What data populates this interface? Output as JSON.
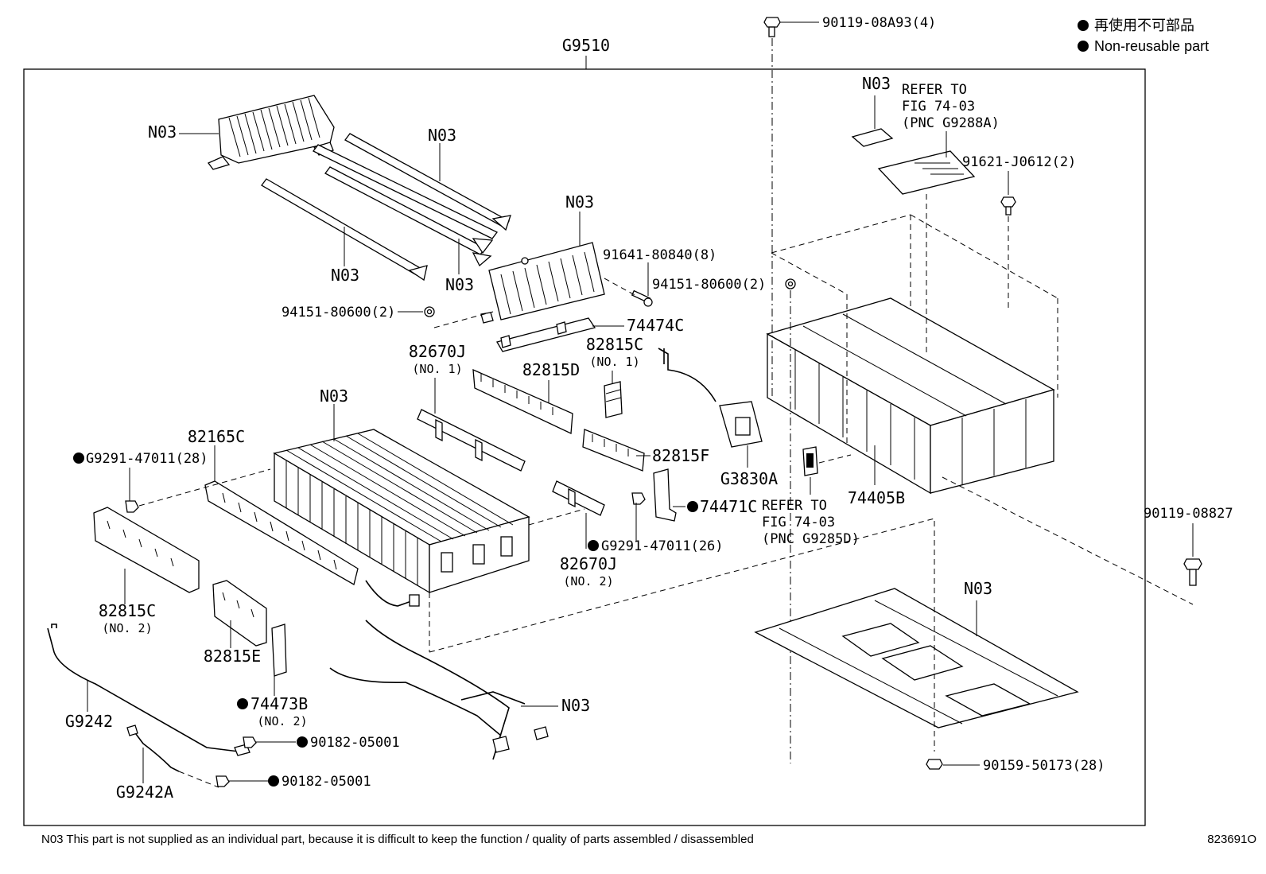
{
  "diagram": {
    "assembly_label": "G9510",
    "illustration_number": "823691O",
    "footnote": "N03 This part is not supplied as an individual part, because it is difficult to keep the function / quality of parts assembled / disassembled",
    "legend": {
      "jp": "再使用不可部品",
      "en": "Non-reusable part"
    },
    "callouts": {
      "n03_top_left": "N03",
      "n03_rod_top": "N03",
      "n03_rod_bottom": "N03",
      "n03_rod_mid": "N03",
      "n03_cover": "N03",
      "n03_stack": "N03",
      "n03_label": "N03",
      "n03_tray": "N03",
      "n03_harness": "N03",
      "p94151_left": "94151-80600(2)",
      "p94151_right": "94151-80600(2)",
      "p91641": "91641-80840(8)",
      "p74474c": "74474C",
      "p82815c_no1": "82815C",
      "p82815c_no1_sub": "(NO. 1)",
      "p82670j_no1": "82670J",
      "p82670j_no1_sub": "(NO. 1)",
      "p82815d": "82815D",
      "p82815f": "82815F",
      "p82165c": "82165C",
      "pg9291_28": "G9291-47011(28)",
      "pg9291_26": "G9291-47011(26)",
      "p74471c": "74471C",
      "p82670j_no2": "82670J",
      "p82670j_no2_sub": "(NO. 2)",
      "pg3830a": "G3830A",
      "p74405b": "74405B",
      "p82815c_no2": "82815C",
      "p82815c_no2_sub": "(NO. 2)",
      "p82815e": "82815E",
      "p74473b": "74473B",
      "p74473b_sub": "(NO. 2)",
      "pg9242": "G9242",
      "pg9242a": "G9242A",
      "p90182_a": "90182-05001",
      "p90182_b": "90182-05001",
      "p90119_08a93": "90119-08A93(4)",
      "p91621": "91621-J0612(2)",
      "p90119_08827": "90119-08827",
      "p90159": "90159-50173(28)"
    },
    "refer_top": [
      "REFER TO",
      "FIG 74-03",
      "(PNC G9288A)"
    ],
    "refer_mid": [
      "REFER TO",
      "FIG 74-03",
      "(PNC G9285D)"
    ]
  }
}
